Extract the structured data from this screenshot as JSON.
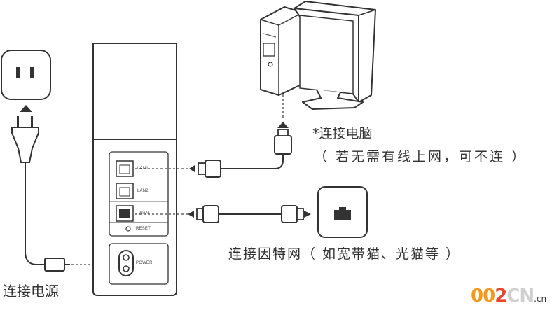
{
  "labels": {
    "power_connection": "连接电源",
    "pc_connection": "*连接电脑",
    "pc_note": "（ 若无需有线上网，可不连 ）",
    "internet_connection": "连接因特网（ 如宽带猫、光猫等 ）"
  },
  "ports": {
    "lan1": "LAN1",
    "lan2": "LAN2",
    "wan": "WAN",
    "reset": "RESET",
    "power": "POWER"
  },
  "watermark": {
    "text_a": "00",
    "text_b": "2",
    "text_c": "CN",
    "suffix": ".cn"
  },
  "colors": {
    "line": "#333333",
    "dashed": "#444444",
    "device_fill": "#ffffff",
    "watermark_orange": "#f39a1e",
    "watermark_red": "#e8462c"
  }
}
